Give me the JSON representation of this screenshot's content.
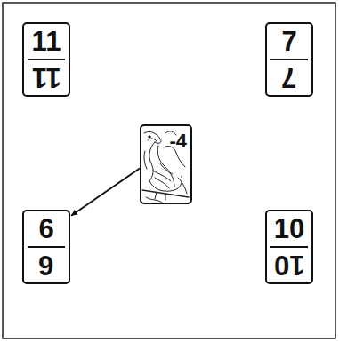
{
  "diagram": {
    "nodes": [
      {
        "text": [
          "11",
          "11"
        ]
      },
      {
        "text": [
          "7",
          "7"
        ]
      },
      {
        "text": [
          "-4"
        ]
      },
      {
        "text": [
          "6",
          "6"
        ]
      },
      {
        "text": [
          "10",
          "10"
        ]
      }
    ],
    "edges": [
      {
        "from": 2,
        "to": 3,
        "arrow": "to"
      }
    ]
  }
}
